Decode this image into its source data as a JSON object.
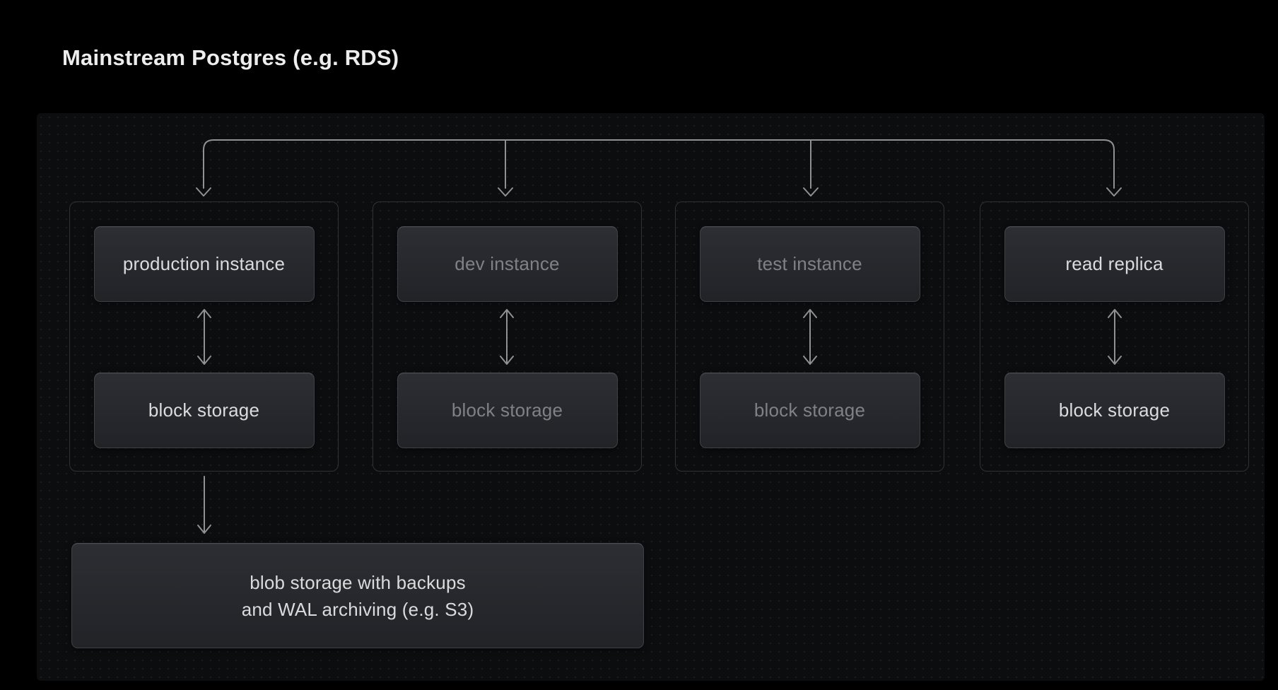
{
  "title": "Mainstream Postgres (e.g. RDS)",
  "columns": [
    {
      "id": "production",
      "instance_label": "production instance",
      "storage_label": "block storage",
      "dimmed": false
    },
    {
      "id": "dev",
      "instance_label": "dev instance",
      "storage_label": "block storage",
      "dimmed": true
    },
    {
      "id": "test",
      "instance_label": "test instance",
      "storage_label": "block storage",
      "dimmed": true
    },
    {
      "id": "read-replica",
      "instance_label": "read replica",
      "storage_label": "block storage",
      "dimmed": false
    }
  ],
  "blob_box": {
    "line1": "blob storage with backups",
    "line2": "and WAL archiving (e.g. S3)"
  },
  "connectors": {
    "fanout_description": "top bus line branching down with arrows into all four groups",
    "bidirectional_arrows": 4,
    "blob_arrow": "from production group down to blob storage box"
  },
  "colors": {
    "background": "#000000",
    "panel_bg": "#0c0d0f",
    "dot": "#1d1e21",
    "container_border": "#303236",
    "box_border": "#3e4045",
    "box_border_top": "#4b4d52",
    "box_bg_top": "#2c2e33",
    "box_bg_bottom": "#212327",
    "text_bright": "#dadbdd",
    "text_dim": "#7f8185",
    "stroke": "#8f9195",
    "title_text": "#ededee"
  }
}
